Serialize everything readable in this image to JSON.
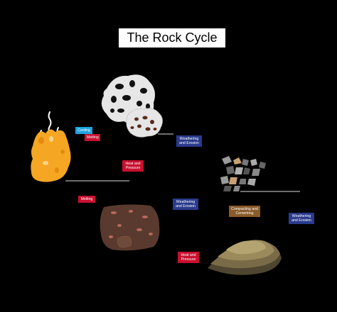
{
  "title": "The Rock Cycle",
  "labels": {
    "cooling": "Cooling",
    "melting_top": "Melting",
    "weathering_top": "Weathering and Erosion",
    "heat_pressure_top": "Heat and Pressure",
    "melting_left": "Melting",
    "weathering_mid": "Weathering and Erosion",
    "compacting": "Compacting and Cementing",
    "weathering_right": "Weathering and Erosion",
    "heat_pressure_bottom": "Heat and Pressure"
  },
  "colors": {
    "background": "#000000",
    "magma": "#f5a623",
    "igneous": "#e0e0e0",
    "metamorphic": "#5a3a2e",
    "sedimentary": "#6f6245",
    "sediment": "#8a8a8a"
  }
}
